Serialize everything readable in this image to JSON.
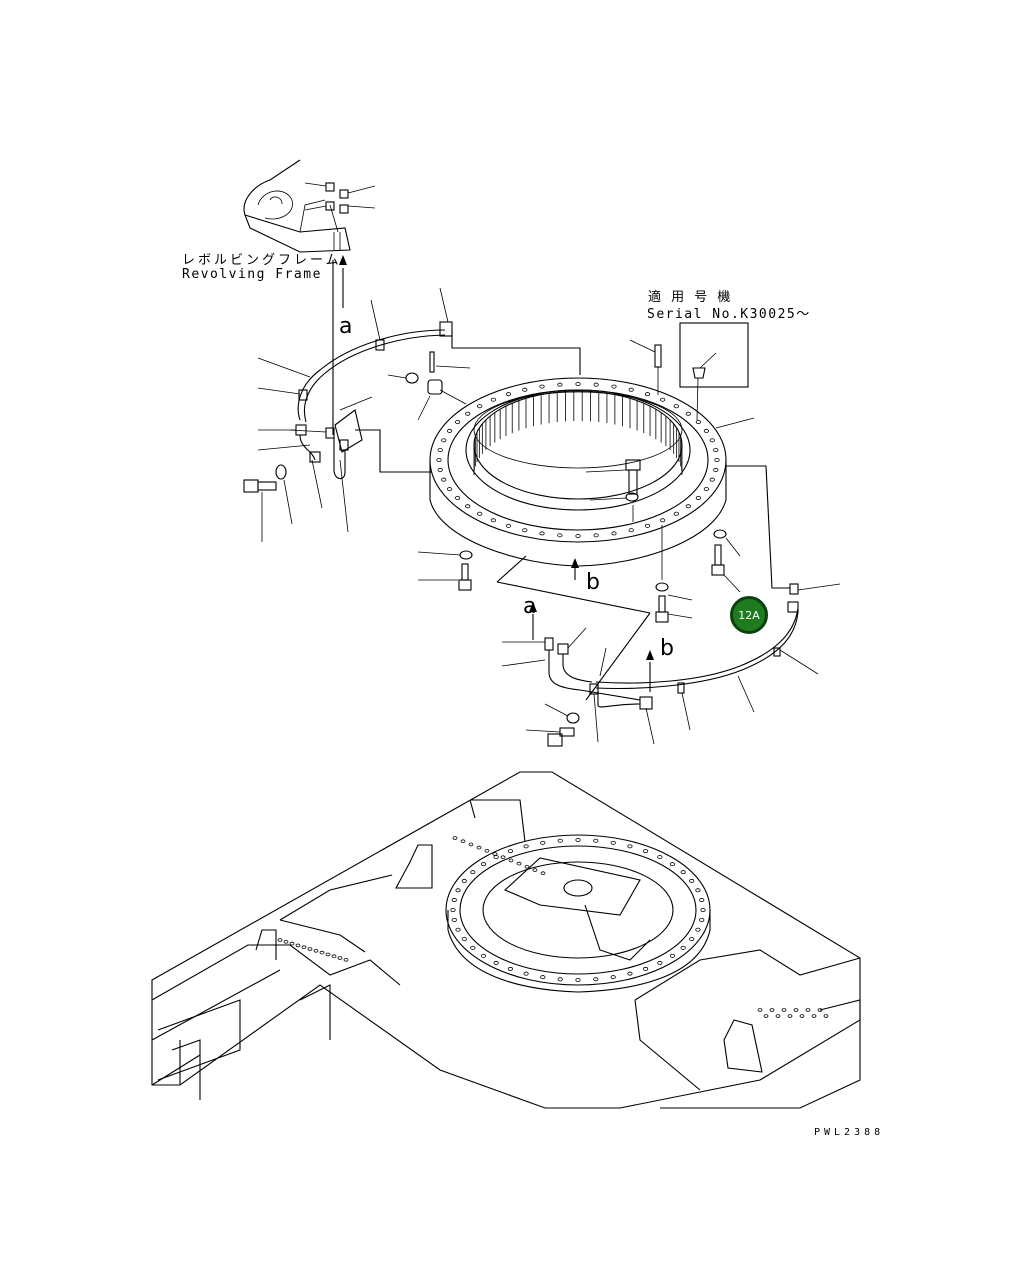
{
  "labels": {
    "revolving_frame_jp": "レボルビングフレーム",
    "revolving_frame_en": "Revolving Frame",
    "applicable_jp": "適 用 号 機",
    "serial": "Serial No.K30025～",
    "a_top": "a",
    "a_mid": "a",
    "b_ring": "b",
    "b_mid": "b",
    "drawing_code": "PWL2388"
  },
  "callout": {
    "label": "12A",
    "color": "#1e7b1e",
    "border": "#0e3f0e"
  },
  "colors": {
    "line": "#000000",
    "background": "#ffffff"
  }
}
